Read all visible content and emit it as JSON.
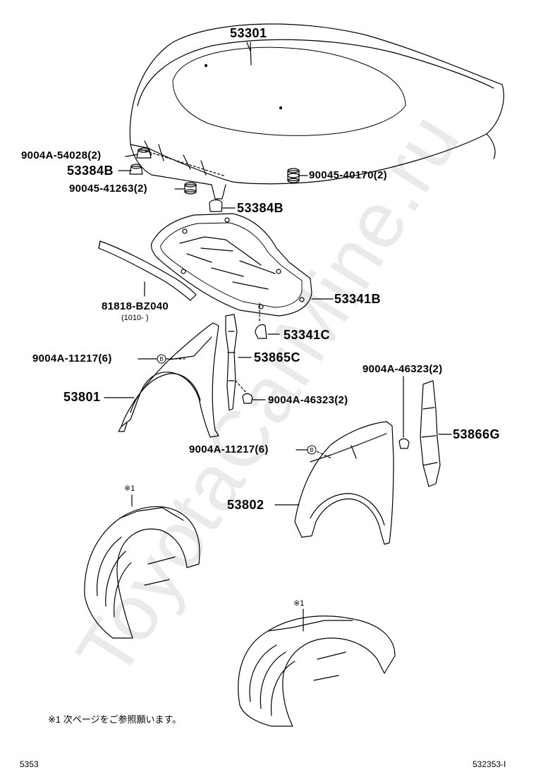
{
  "watermark": "ToyotaCarMine.ru",
  "parts": [
    {
      "key": "hood",
      "label": "53301"
    },
    {
      "key": "stop_9004a_54028",
      "label": "9004A-54028(2)"
    },
    {
      "key": "cushion_53384b_left",
      "label": "53384B"
    },
    {
      "key": "cushion_90045_41263",
      "label": "90045-41263(2)"
    },
    {
      "key": "cushion_90045_40170",
      "label": "90045-40170(2)"
    },
    {
      "key": "cushion_53384b_center",
      "label": "53384B"
    },
    {
      "key": "insulator_53341b",
      "label": "53341B"
    },
    {
      "key": "strip_81818",
      "label": "81818-BZ040"
    },
    {
      "key": "strip_81818_date",
      "label": "(1010-     )"
    },
    {
      "key": "clip_53341c",
      "label": "53341C"
    },
    {
      "key": "bolt_9004a_11217_left",
      "label": "9004A-11217(6)"
    },
    {
      "key": "seal_53865c",
      "label": "53865C"
    },
    {
      "key": "fender_53801",
      "label": "53801"
    },
    {
      "key": "clip_9004a_46323_left",
      "label": "9004A-46323(2)"
    },
    {
      "key": "clip_9004a_46323_right",
      "label": "9004A-46323(2)"
    },
    {
      "key": "seal_53866g",
      "label": "53866G"
    },
    {
      "key": "bolt_9004a_11217_right",
      "label": "9004A-11217(6)"
    },
    {
      "key": "fender_53802",
      "label": "53802"
    },
    {
      "key": "liner_ref_left",
      "label": "※1"
    },
    {
      "key": "liner_ref_right",
      "label": "※1"
    }
  ],
  "callout_marker": "B",
  "note": "※1 次ページをご参照願います。",
  "footer": {
    "page": "5353",
    "figure_id": "532353-I"
  }
}
